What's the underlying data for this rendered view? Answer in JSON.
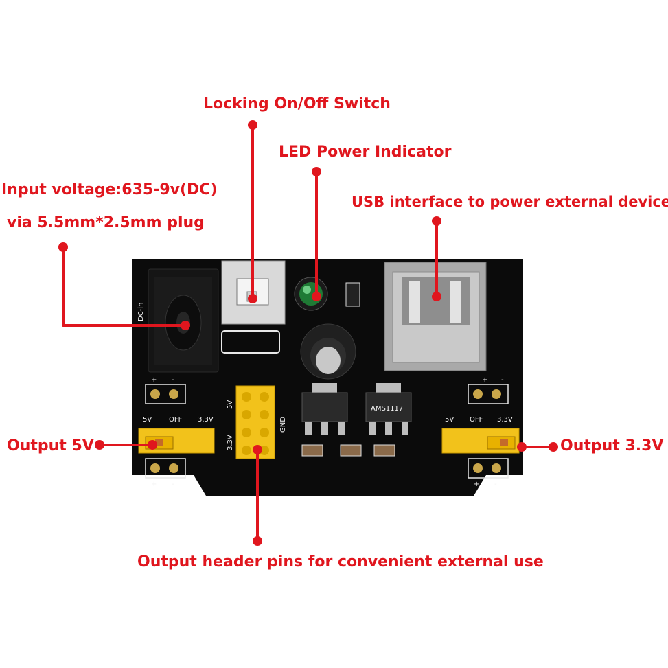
{
  "labels": {
    "switch": "Locking On/Off Switch",
    "led": "LED Power Indicator",
    "input_voltage": "Input voltage:635-9v(DC)",
    "plug": "via 5.5mm*2.5mm plug",
    "usb": "USB interface to power external device",
    "output_5v": "Output 5V",
    "output_33v": "Output 3.3V",
    "header_pins": "Output header pins for convenient external use"
  },
  "silkscreen": {
    "dc_in": "DC-in",
    "plus": "+",
    "minus": "-",
    "v5": "5V",
    "off": "OFF",
    "v33": "3.3V",
    "gnd": "GND",
    "ams": "AMS1117"
  },
  "colors": {
    "callout": "#e0161e",
    "board": "#0b0b0b",
    "jumper": "#f2c21b",
    "silkscreen": "#f2f2f2"
  }
}
